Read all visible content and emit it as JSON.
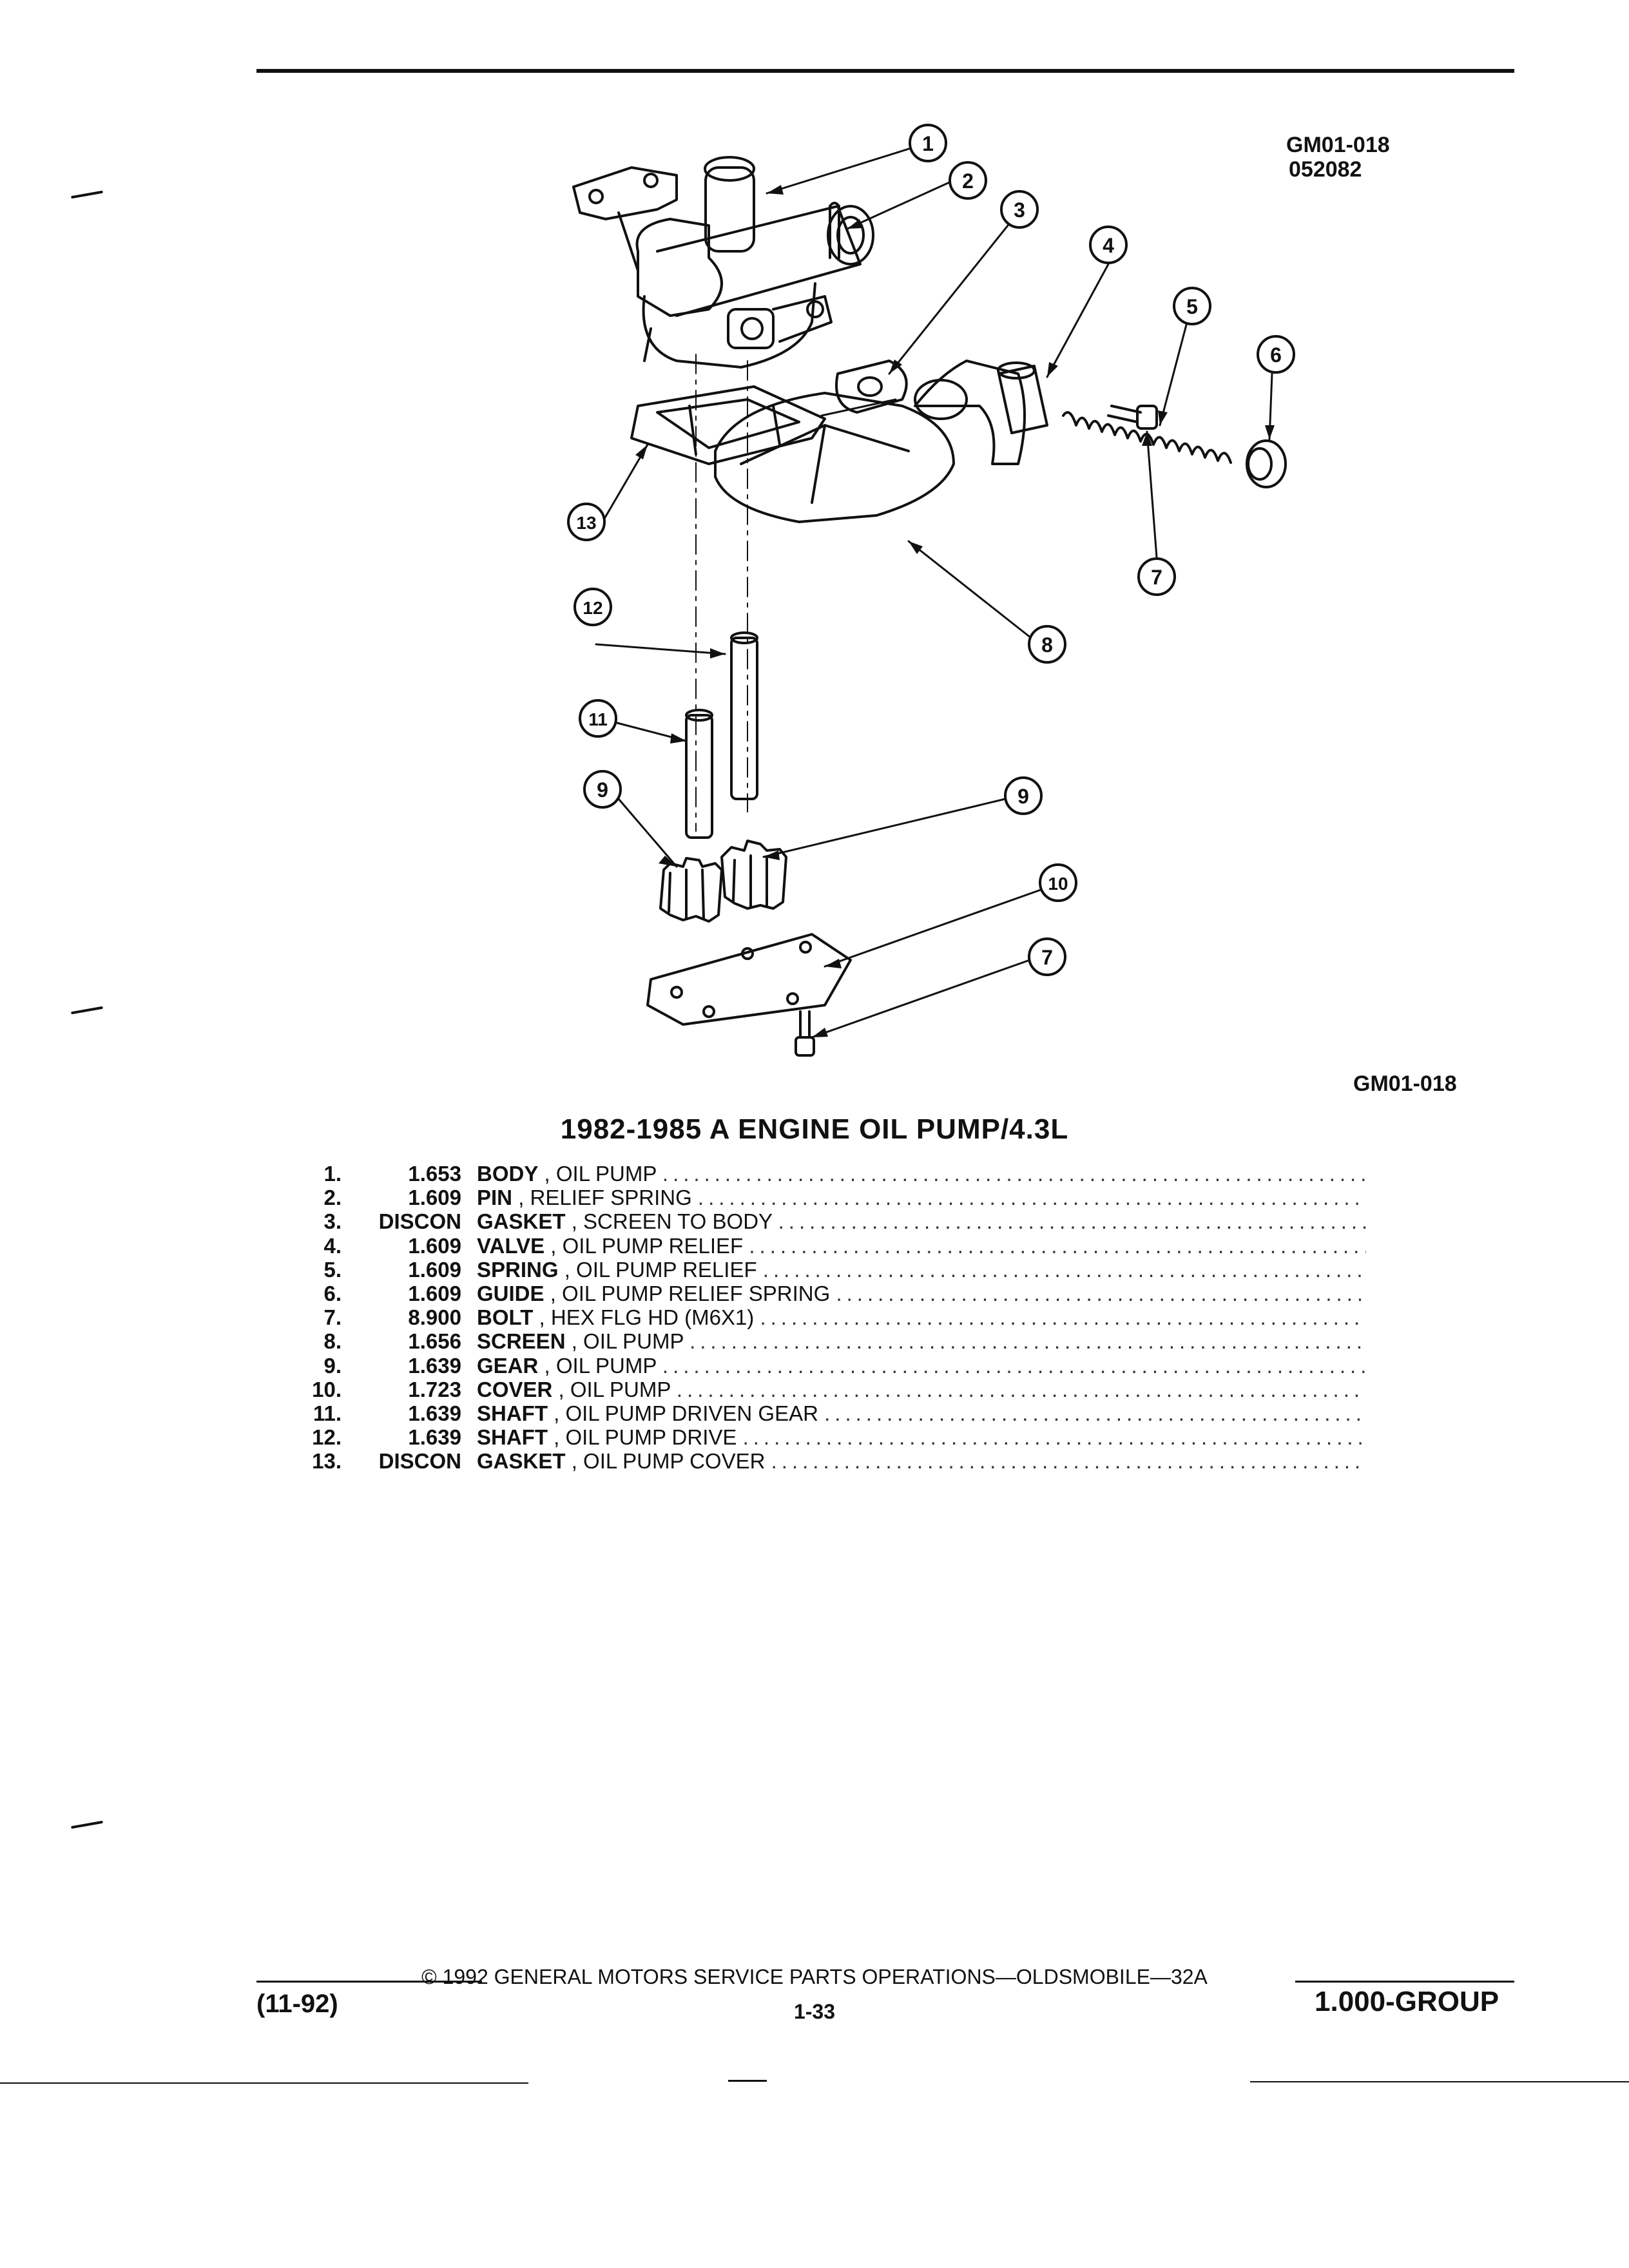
{
  "header": {
    "code_top": "GM01-018",
    "code_sub": "052082"
  },
  "figure": {
    "callouts": [
      "1",
      "2",
      "3",
      "4",
      "5",
      "6",
      "7",
      "8",
      "9",
      "9",
      "10",
      "7",
      "11",
      "12",
      "13"
    ],
    "code_below": "GM01-018"
  },
  "title": "1982-1985 A ENGINE OIL PUMP/4.3L",
  "parts": [
    {
      "num": "1.",
      "group": "1.653",
      "name": "BODY",
      "desc": ", OIL PUMP"
    },
    {
      "num": "2.",
      "group": "1.609",
      "name": "PIN",
      "desc": ", RELIEF SPRING"
    },
    {
      "num": "3.",
      "group": "DISCON",
      "name": "GASKET",
      "desc": ", SCREEN TO BODY"
    },
    {
      "num": "4.",
      "group": "1.609",
      "name": "VALVE",
      "desc": ", OIL PUMP RELIEF"
    },
    {
      "num": "5.",
      "group": "1.609",
      "name": "SPRING",
      "desc": ", OIL PUMP RELIEF"
    },
    {
      "num": "6.",
      "group": "1.609",
      "name": "GUIDE",
      "desc": ", OIL PUMP RELIEF SPRING"
    },
    {
      "num": "7.",
      "group": "8.900",
      "name": "BOLT",
      "desc": ", HEX FLG HD (M6X1)"
    },
    {
      "num": "8.",
      "group": "1.656",
      "name": "SCREEN",
      "desc": ", OIL PUMP"
    },
    {
      "num": "9.",
      "group": "1.639",
      "name": "GEAR",
      "desc": ", OIL PUMP"
    },
    {
      "num": "10.",
      "group": "1.723",
      "name": "COVER",
      "desc": ", OIL PUMP"
    },
    {
      "num": "11.",
      "group": "1.639",
      "name": "SHAFT",
      "desc": ", OIL PUMP DRIVEN GEAR"
    },
    {
      "num": "12.",
      "group": "1.639",
      "name": "SHAFT",
      "desc": ", OIL PUMP DRIVE"
    },
    {
      "num": "13.",
      "group": "DISCON",
      "name": "GASKET",
      "desc": ", OIL PUMP COVER"
    }
  ],
  "footer": {
    "copyright": "© 1992 GENERAL MOTORS SERVICE PARTS OPERATIONS—OLDSMOBILE—32A",
    "page": "1-33",
    "date": "(11-92)",
    "group": "1.000-GROUP"
  }
}
